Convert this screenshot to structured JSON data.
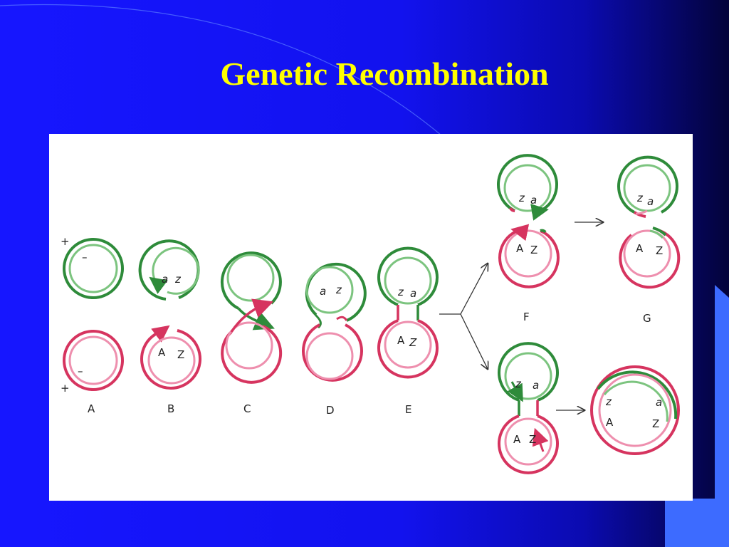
{
  "slide": {
    "title": "Genetic Recombination"
  },
  "colors": {
    "dark_green": "#2e8b3a",
    "light_green": "#7cc47f",
    "dark_pink": "#d6345f",
    "light_pink": "#ee8fae",
    "title_yellow": "#ffff00"
  },
  "diagram": {
    "stages": [
      {
        "id": "A",
        "label": "A"
      },
      {
        "id": "B",
        "label": "B"
      },
      {
        "id": "C",
        "label": "C"
      },
      {
        "id": "D",
        "label": "D"
      },
      {
        "id": "E",
        "label": "E"
      },
      {
        "id": "F",
        "label": "F"
      },
      {
        "id": "G",
        "label": "G"
      }
    ],
    "strand_signs": {
      "plus": "+",
      "minus": "–"
    },
    "genes": {
      "lower_a": "a",
      "lower_z": "z",
      "upper_a": "A",
      "upper_z": "Z"
    }
  }
}
